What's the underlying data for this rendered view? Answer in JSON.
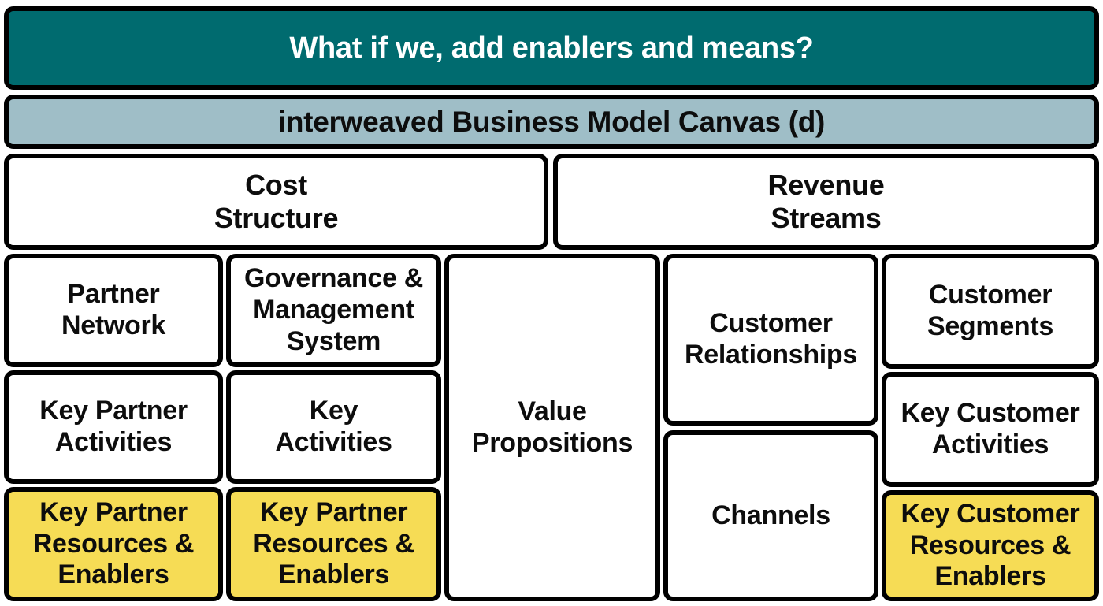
{
  "colors": {
    "teal": "#006B6F",
    "steel": "#9FBEC7",
    "yellow": "#F6DC55",
    "box_white": "#FFFFFF",
    "border_black": "#000000",
    "title_text": "#FFFFFF",
    "text": "#0D0D0D"
  },
  "header": {
    "title": "What if we, add enablers and means?"
  },
  "subheader": {
    "label": "interweaved Business Model Canvas (d)"
  },
  "top_row": {
    "cost_structure": "Cost\nStructure",
    "revenue_streams": "Revenue\nStreams"
  },
  "grid": {
    "partner_network": "Partner\nNetwork",
    "governance_management_system": "Governance &\nManagement\nSystem",
    "value_propositions": "Value\nPropositions",
    "customer_relationships": "Customer\nRelationships",
    "customer_segments": "Customer\nSegments",
    "key_partner_activities": "Key Partner\nActivities",
    "key_activities": "Key\nActivities",
    "key_customer_activities": "Key Customer\nActivities",
    "key_partner_resources_enablers_left": "Key Partner\nResources &\nEnablers",
    "key_partner_resources_enablers_mid": "Key Partner\nResources &\nEnablers",
    "channels": "Channels",
    "key_customer_resources_enablers": "Key Customer\nResources &\nEnablers"
  }
}
